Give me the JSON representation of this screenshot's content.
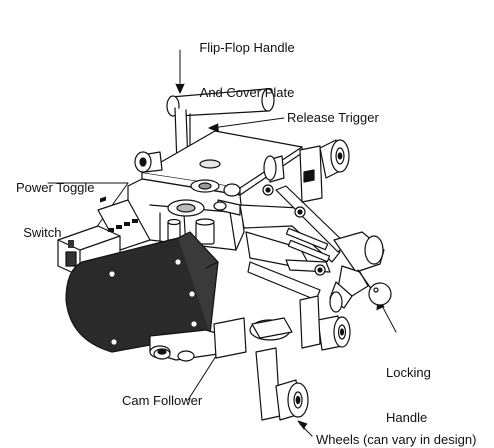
{
  "callouts": {
    "flip_flop": [
      "Flip-Flop Handle",
      "And Cover Plate"
    ],
    "release_trigger": "Release Trigger",
    "power_toggle": [
      "Power Toggle",
      "  Switch"
    ],
    "locking_handle": [
      "Locking",
      "Handle"
    ],
    "cam_follower": "Cam Follower",
    "wheels": "Wheels (can vary in design)"
  },
  "colors": {
    "line": "#111111",
    "fill": "#ffffff",
    "dark": "#2a2a2a",
    "shade": "#cfcfcf"
  }
}
